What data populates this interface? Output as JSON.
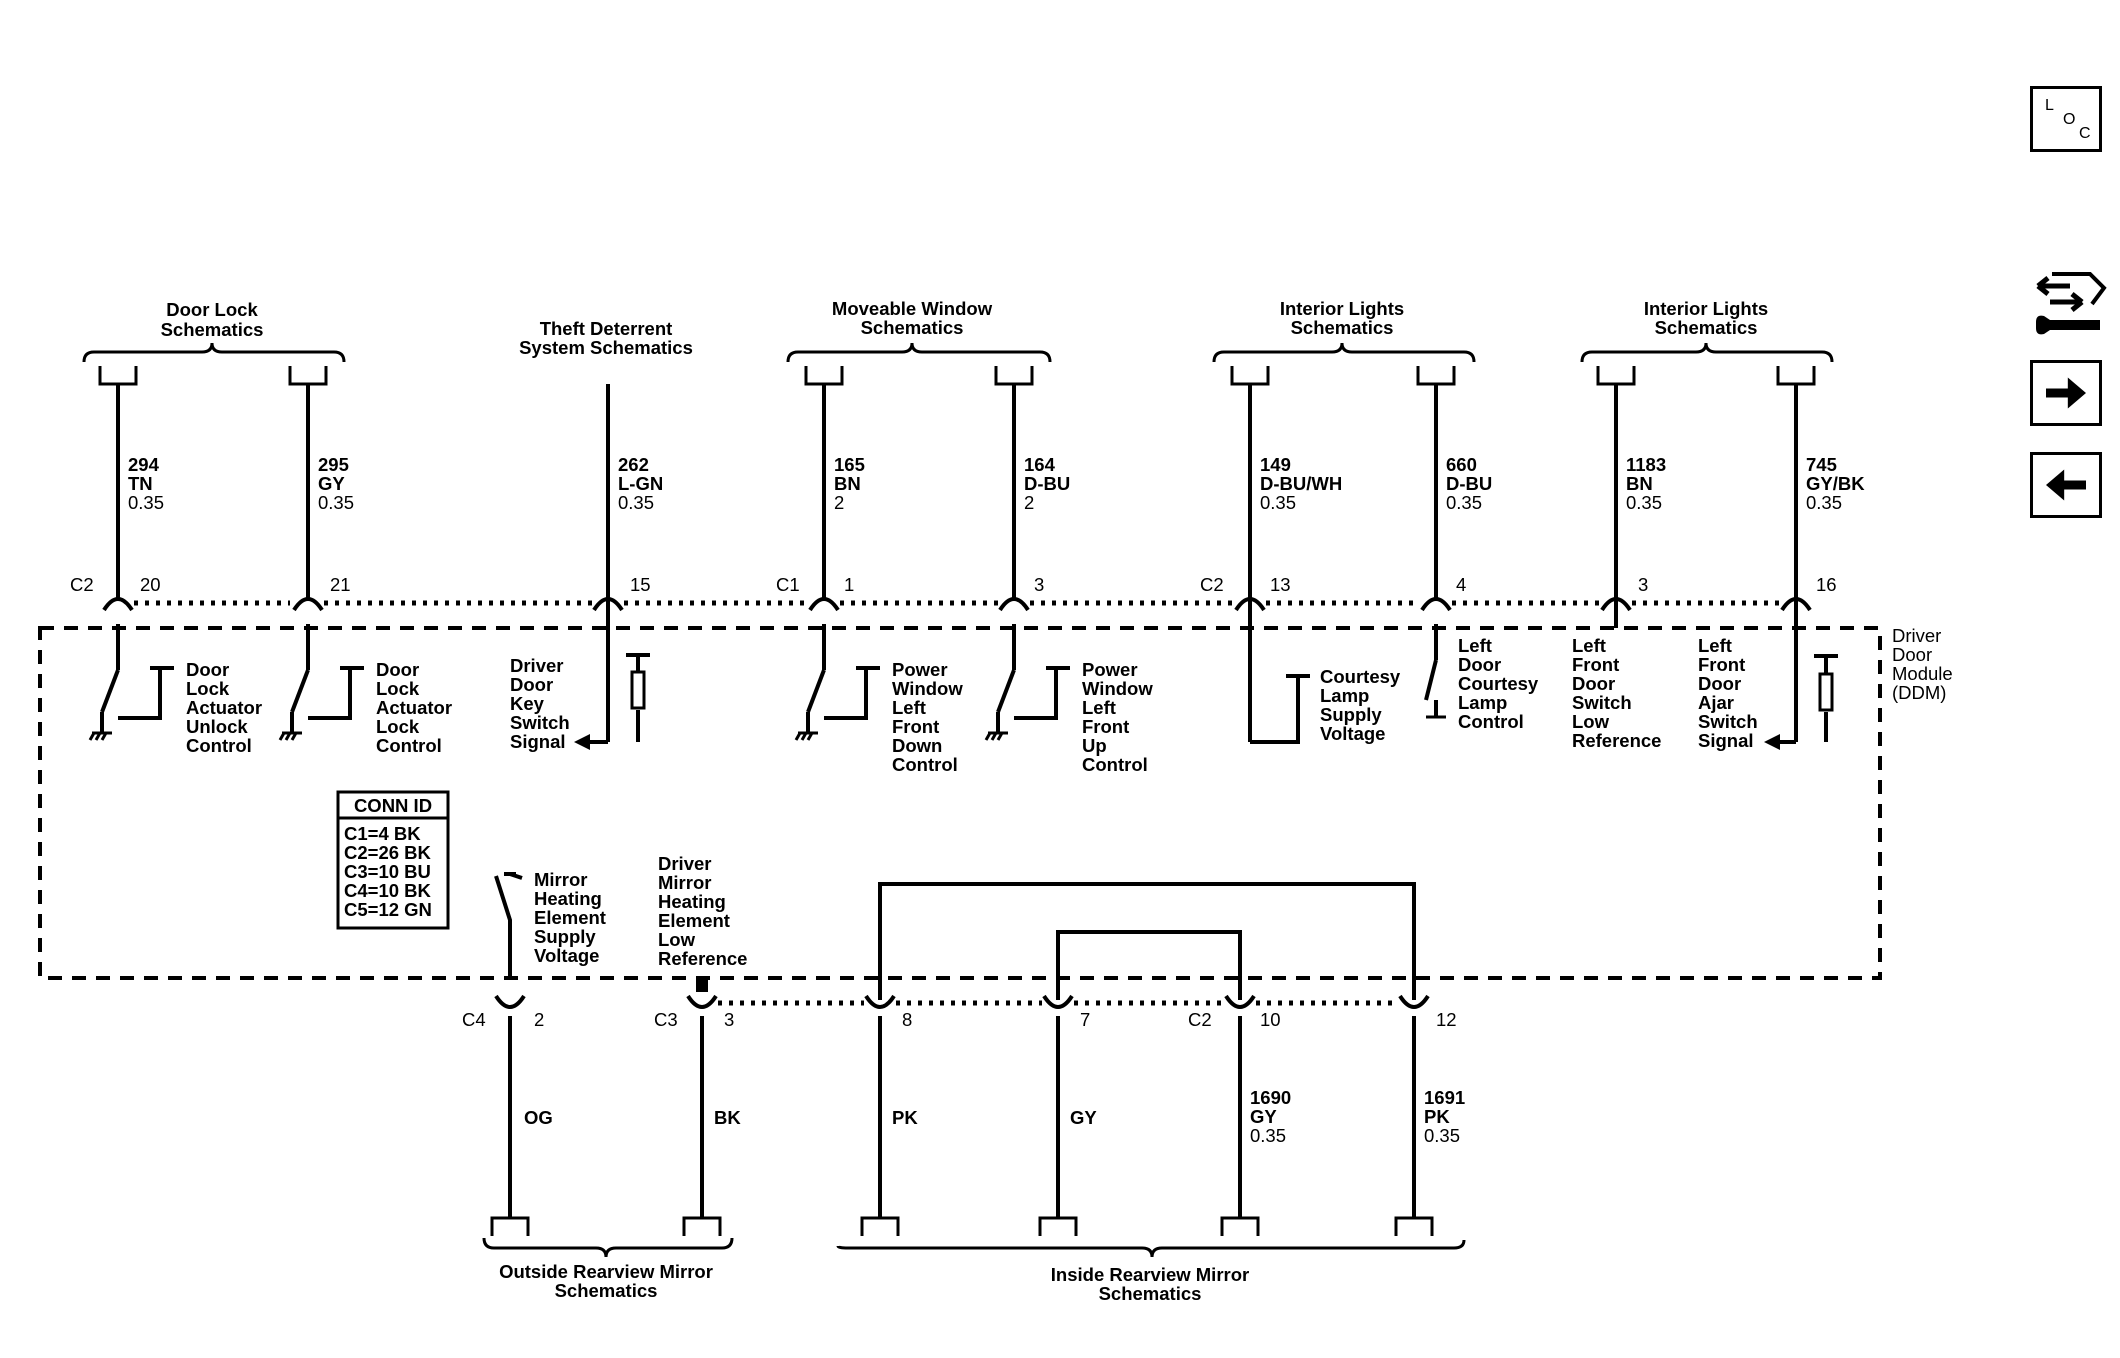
{
  "nav": {
    "loc_letters": [
      "L",
      "O",
      "C"
    ]
  },
  "module": {
    "lines": [
      "Driver",
      "Door",
      "Module",
      "(DDM)"
    ]
  },
  "conn_id": {
    "title": "CONN ID",
    "rows": [
      "C1=4 BK",
      "C2=26 BK",
      "C3=10 BU",
      "C4=10 BK",
      "C5=12 GN"
    ]
  },
  "top_groups": [
    {
      "lines": [
        "Door Lock",
        "Schematics"
      ]
    },
    {
      "lines": [
        "Theft Deterrent",
        "System Schematics"
      ]
    },
    {
      "lines": [
        "Moveable Window",
        "Schematics"
      ]
    },
    {
      "lines": [
        "Interior Lights",
        "Schematics"
      ]
    },
    {
      "lines": [
        "Interior Lights",
        "Schematics"
      ]
    }
  ],
  "top_wires": [
    {
      "circuit": "294",
      "color": "TN",
      "size": "0.35",
      "connector": "C2",
      "pin": "20"
    },
    {
      "circuit": "295",
      "color": "GY",
      "size": "0.35",
      "connector": "",
      "pin": "21"
    },
    {
      "circuit": "262",
      "color": "L-GN",
      "size": "0.35",
      "connector": "",
      "pin": "15"
    },
    {
      "circuit": "165",
      "color": "BN",
      "size": "2",
      "connector": "C1",
      "pin": "1"
    },
    {
      "circuit": "164",
      "color": "D-BU",
      "size": "2",
      "connector": "",
      "pin": "3"
    },
    {
      "circuit": "149",
      "color": "D-BU/WH",
      "size": "0.35",
      "connector": "C2",
      "pin": "13"
    },
    {
      "circuit": "660",
      "color": "D-BU",
      "size": "0.35",
      "connector": "",
      "pin": "4"
    },
    {
      "circuit": "1183",
      "color": "BN",
      "size": "0.35",
      "connector": "",
      "pin": "3"
    },
    {
      "circuit": "745",
      "color": "GY/BK",
      "size": "0.35",
      "connector": "",
      "pin": "16"
    }
  ],
  "internal_labels": [
    {
      "lines": [
        "Door",
        "Lock",
        "Actuator",
        "Unlock",
        "Control"
      ]
    },
    {
      "lines": [
        "Door",
        "Lock",
        "Actuator",
        "Lock",
        "Control"
      ]
    },
    {
      "lines": [
        "Driver",
        "Door",
        "Key",
        "Switch",
        "Signal"
      ]
    },
    {
      "lines": [
        "Power",
        "Window",
        "Left",
        "Front",
        "Down",
        "Control"
      ]
    },
    {
      "lines": [
        "Power",
        "Window",
        "Left",
        "Front",
        "Up",
        "Control"
      ]
    },
    {
      "lines": [
        "Courtesy",
        "Lamp",
        "Supply",
        "Voltage"
      ]
    },
    {
      "lines": [
        "Left",
        "Door",
        "Courtesy",
        "Lamp",
        "Control"
      ]
    },
    {
      "lines": [
        "Left",
        "Front",
        "Door",
        "Switch",
        "Low",
        "Reference"
      ]
    },
    {
      "lines": [
        "Left",
        "Front",
        "Door",
        "Ajar",
        "Switch",
        "Signal"
      ]
    },
    {
      "lines": [
        "Mirror",
        "Heating",
        "Element",
        "Supply",
        "Voltage"
      ]
    },
    {
      "lines": [
        "Driver",
        "Mirror",
        "Heating",
        "Element",
        "Low",
        "Reference"
      ]
    }
  ],
  "bottom_wires": [
    {
      "circuit": "",
      "color": "OG",
      "size": "",
      "connector": "C4",
      "pin": "2"
    },
    {
      "circuit": "",
      "color": "BK",
      "size": "",
      "connector": "C3",
      "pin": "3"
    },
    {
      "circuit": "",
      "color": "PK",
      "size": "",
      "connector": "",
      "pin": "8"
    },
    {
      "circuit": "",
      "color": "GY",
      "size": "",
      "connector": "",
      "pin": "7"
    },
    {
      "circuit": "1690",
      "color": "GY",
      "size": "0.35",
      "connector": "C2",
      "pin": "10"
    },
    {
      "circuit": "1691",
      "color": "PK",
      "size": "0.35",
      "connector": "",
      "pin": "12"
    }
  ],
  "bottom_groups": [
    {
      "lines": [
        "Outside Rearview Mirror",
        "Schematics"
      ]
    },
    {
      "lines": [
        "Inside Rearview Mirror",
        "Schematics"
      ]
    }
  ]
}
